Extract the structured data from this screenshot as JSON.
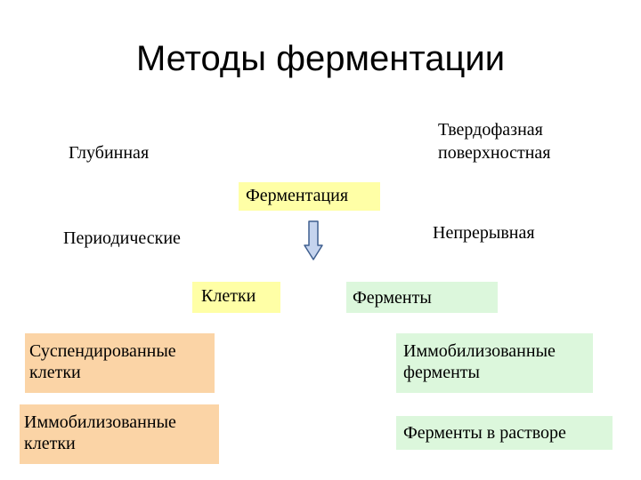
{
  "slide": {
    "title": "Методы ферментации",
    "labels": {
      "deep": "Глубинная",
      "solid_line1": "Твердофазная",
      "solid_line2": "поверхностная",
      "periodic": "Периодические",
      "continuous": "Непрерывная"
    },
    "center": "Ферментация",
    "cells": "Клетки",
    "enzymes": "Ферменты",
    "suspended_cells": [
      "Суспендированные",
      "клетки"
    ],
    "immobilized_cells": [
      "Иммобилизованные",
      "клетки"
    ],
    "immobilized_enzymes": [
      "Иммобилизованные",
      "ферменты"
    ],
    "enzymes_in_solution": "Ферменты в растворе"
  },
  "colors": {
    "yellow_box": "#ffffa6",
    "peach_box": "#fbd4a6",
    "green_box": "#dcf7dc",
    "arrow_fill": "#c5d4ee",
    "arrow_stroke": "#3f5f8f"
  },
  "icons": {
    "center_arrow": "down-arrow-icon"
  }
}
